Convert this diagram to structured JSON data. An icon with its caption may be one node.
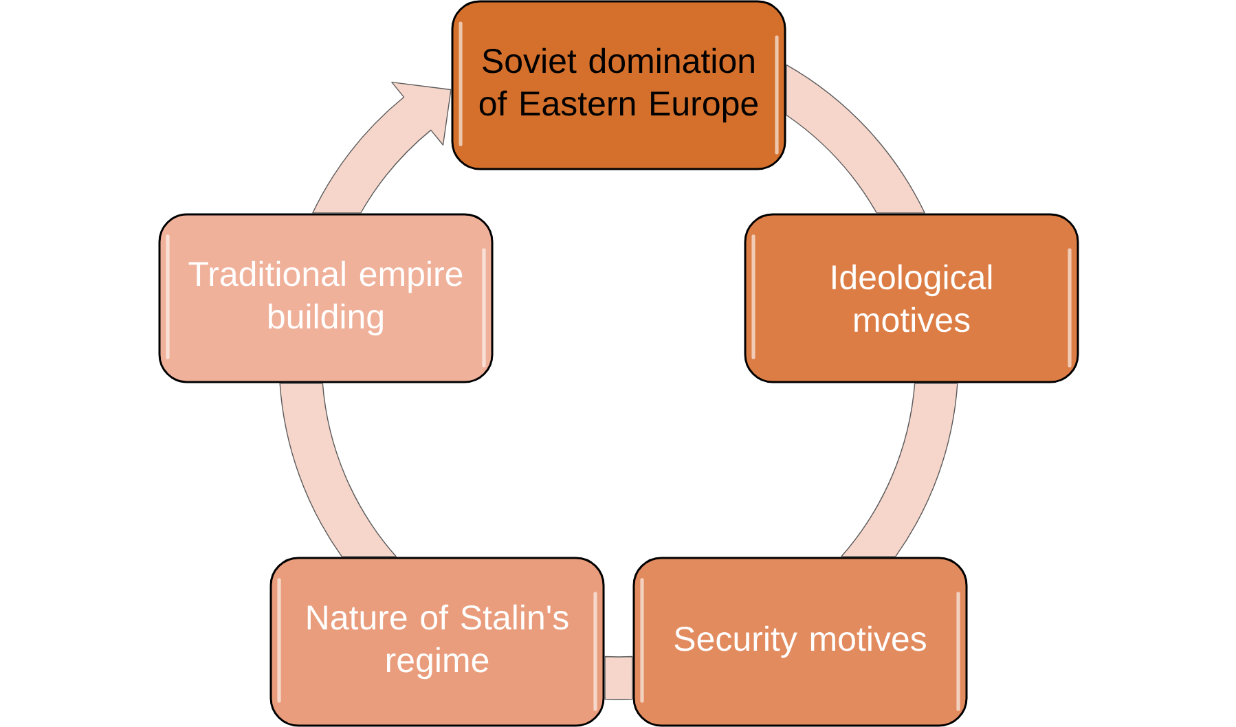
{
  "diagram": {
    "nodes": [
      {
        "text": [
          "Soviet domination of Eastern Europe"
        ]
      },
      {
        "text": [
          "Ideological motives"
        ]
      },
      {
        "text": [
          "Security motives"
        ]
      },
      {
        "text": [
          "Nature of Stalin's regime"
        ]
      },
      {
        "text": [
          "Traditional empire building"
        ]
      }
    ],
    "edges": [
      {
        "from": 0,
        "to": 1,
        "arrow": "none"
      },
      {
        "from": 1,
        "to": 2,
        "arrow": "none"
      },
      {
        "from": 2,
        "to": 3,
        "arrow": "none"
      },
      {
        "from": 3,
        "to": 4,
        "arrow": "none"
      },
      {
        "from": 4,
        "to": 0,
        "arrow": "to"
      }
    ]
  }
}
